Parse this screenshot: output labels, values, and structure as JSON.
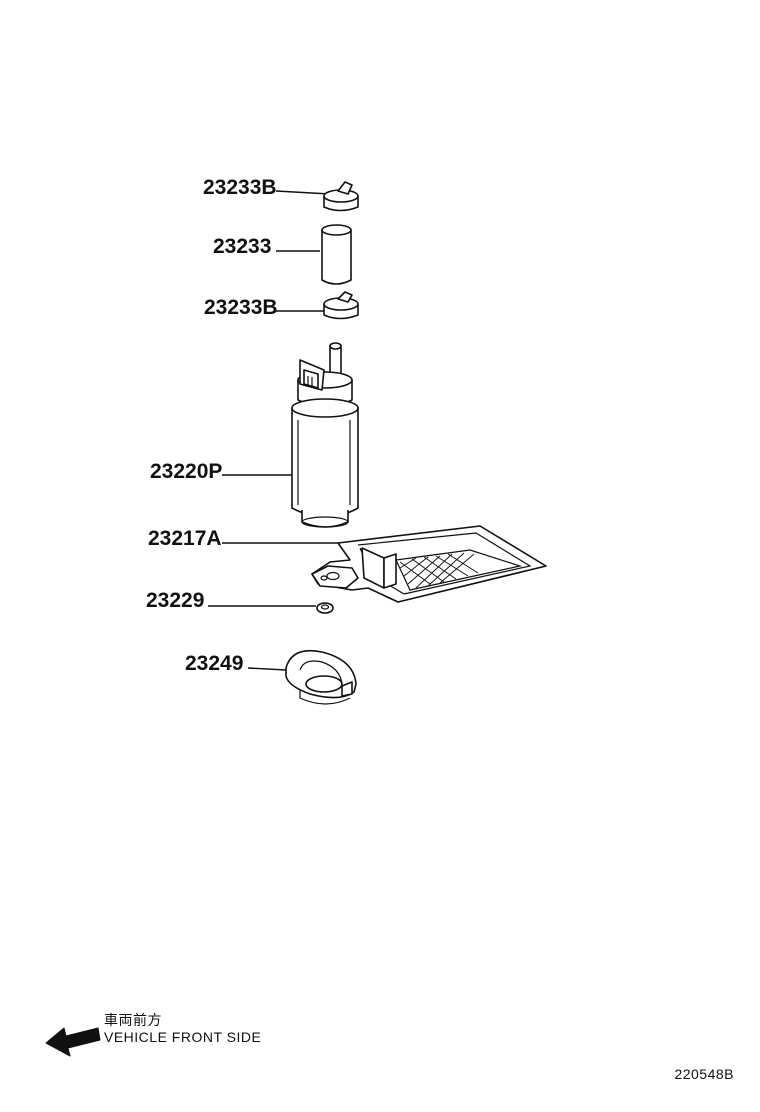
{
  "parts": [
    {
      "id": "p1",
      "label": "23233B"
    },
    {
      "id": "p2",
      "label": "23233"
    },
    {
      "id": "p3",
      "label": "23233B"
    },
    {
      "id": "p4",
      "label": "23220P"
    },
    {
      "id": "p5",
      "label": "23217A"
    },
    {
      "id": "p6",
      "label": "23229"
    },
    {
      "id": "p7",
      "label": "23249"
    }
  ],
  "legend": {
    "japanese": "車両前方",
    "english": "VEHICLE FRONT SIDE",
    "icon": "arrow-left-icon"
  },
  "diagram_code": "220548B"
}
